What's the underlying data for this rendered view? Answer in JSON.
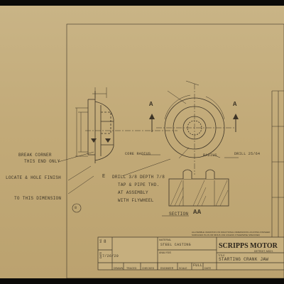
{
  "company": {
    "name": "SCRIPPS MOTOR",
    "city": "DETROIT, MICH."
  },
  "title_block": {
    "material_label": "MATERIAL",
    "material_value": "STEEL CASTING",
    "analysis_label": "ANALYSIS",
    "title_label": "TITLE",
    "title_value": "STARTING CRANK JAW",
    "scale_label": "SCALE",
    "scale_value": "FULL",
    "date_label": "DATE",
    "bottom_labels": [
      "DRAWN",
      "TRACED",
      "CHECKED",
      "ENGINEER"
    ],
    "side_labels": [
      "DATE",
      "NO."
    ],
    "number_value": "8",
    "date_value": "7/26/20",
    "tolerance_note": "ALLOWABLE VARIATION ON FRACTIONAL DIMENSIONS LOCATING FINISHED SURFACES PLUS OR MINUS 1/64 UNLESS OTHERWISE SPECIFIED"
  },
  "annotations": {
    "break_corner": "BREAK CORNER",
    "this_end_only": "THIS END ONLY",
    "locate_hole": "LOCATE & HOLE FINISH",
    "to_dim": "TO THIS DIMENSION",
    "drill_note_1": "DRILL 3/8 DEPTH 7/8",
    "drill_note_2": "TAP & PIPE THD.",
    "drill_note_3": "AT ASSEMBLY",
    "drill_note_4": "WITH FLYWHEEL",
    "core_radius": "CORE RADIUS",
    "drill_right": "DRILL 25/64",
    "radius_label": "RADIUS",
    "section": "SECTION",
    "section_letters": "AA",
    "section_a": "A",
    "circle_e": "E",
    "margin_circle": "8"
  }
}
